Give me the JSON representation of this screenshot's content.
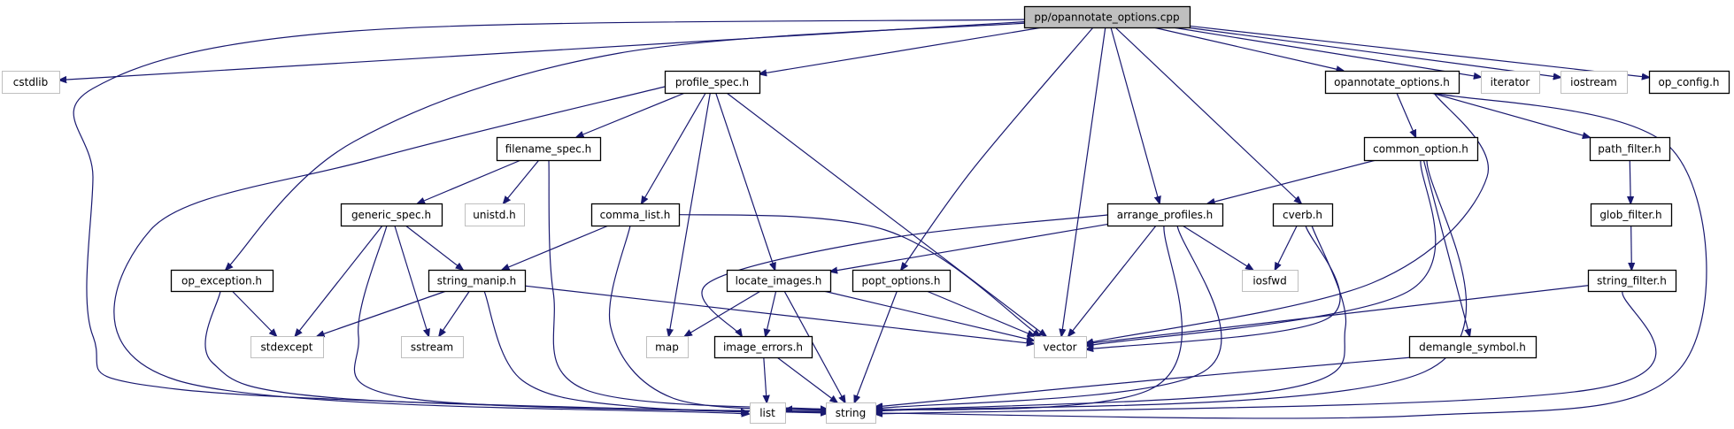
{
  "diagram": {
    "type": "include-dependency-graph",
    "root": "pp/opannotate_options.cpp",
    "colors": {
      "edge": "#191970",
      "root_fill": "#bfbfbf",
      "documented_border": "#000000",
      "external_border": "#bfbfbf",
      "node_fill": "#ffffff"
    },
    "nodes": [
      {
        "id": "root",
        "label": "pp/opannotate_options.cpp",
        "kind": "root"
      },
      {
        "id": "cstdlib",
        "label": "cstdlib",
        "kind": "external"
      },
      {
        "id": "profile_spec",
        "label": "profile_spec.h",
        "kind": "documented"
      },
      {
        "id": "opannotate_options_h",
        "label": "opannotate_options.h",
        "kind": "documented"
      },
      {
        "id": "iterator",
        "label": "iterator",
        "kind": "external"
      },
      {
        "id": "iostream",
        "label": "iostream",
        "kind": "external"
      },
      {
        "id": "op_config",
        "label": "op_config.h",
        "kind": "documented"
      },
      {
        "id": "filename_spec",
        "label": "filename_spec.h",
        "kind": "documented"
      },
      {
        "id": "common_option",
        "label": "common_option.h",
        "kind": "documented"
      },
      {
        "id": "path_filter",
        "label": "path_filter.h",
        "kind": "documented"
      },
      {
        "id": "generic_spec",
        "label": "generic_spec.h",
        "kind": "documented"
      },
      {
        "id": "unistd",
        "label": "unistd.h",
        "kind": "external"
      },
      {
        "id": "comma_list",
        "label": "comma_list.h",
        "kind": "documented"
      },
      {
        "id": "arrange_profiles",
        "label": "arrange_profiles.h",
        "kind": "documented"
      },
      {
        "id": "cverb",
        "label": "cverb.h",
        "kind": "documented"
      },
      {
        "id": "glob_filter",
        "label": "glob_filter.h",
        "kind": "documented"
      },
      {
        "id": "op_exception",
        "label": "op_exception.h",
        "kind": "documented"
      },
      {
        "id": "string_manip",
        "label": "string_manip.h",
        "kind": "documented"
      },
      {
        "id": "locate_images",
        "label": "locate_images.h",
        "kind": "documented"
      },
      {
        "id": "popt_options",
        "label": "popt_options.h",
        "kind": "documented"
      },
      {
        "id": "iosfwd",
        "label": "iosfwd",
        "kind": "external"
      },
      {
        "id": "string_filter",
        "label": "string_filter.h",
        "kind": "documented"
      },
      {
        "id": "stdexcept",
        "label": "stdexcept",
        "kind": "external"
      },
      {
        "id": "sstream",
        "label": "sstream",
        "kind": "external"
      },
      {
        "id": "map",
        "label": "map",
        "kind": "external"
      },
      {
        "id": "image_errors",
        "label": "image_errors.h",
        "kind": "documented"
      },
      {
        "id": "vector",
        "label": "vector",
        "kind": "external"
      },
      {
        "id": "demangle_symbol",
        "label": "demangle_symbol.h",
        "kind": "documented"
      },
      {
        "id": "list",
        "label": "list",
        "kind": "external"
      },
      {
        "id": "string",
        "label": "string",
        "kind": "external"
      }
    ],
    "edges": [
      [
        "root",
        "cstdlib"
      ],
      [
        "root",
        "profile_spec"
      ],
      [
        "root",
        "opannotate_options_h"
      ],
      [
        "root",
        "iterator"
      ],
      [
        "root",
        "iostream"
      ],
      [
        "root",
        "op_config"
      ],
      [
        "root",
        "list"
      ],
      [
        "root",
        "op_exception"
      ],
      [
        "root",
        "popt_options"
      ],
      [
        "root",
        "vector"
      ],
      [
        "root",
        "arrange_profiles"
      ],
      [
        "root",
        "cverb"
      ],
      [
        "profile_spec",
        "filename_spec"
      ],
      [
        "profile_spec",
        "comma_list"
      ],
      [
        "profile_spec",
        "map"
      ],
      [
        "profile_spec",
        "locate_images"
      ],
      [
        "profile_spec",
        "vector"
      ],
      [
        "profile_spec",
        "list"
      ],
      [
        "filename_spec",
        "generic_spec"
      ],
      [
        "filename_spec",
        "unistd"
      ],
      [
        "filename_spec",
        "string"
      ],
      [
        "generic_spec",
        "string_manip"
      ],
      [
        "generic_spec",
        "stdexcept"
      ],
      [
        "generic_spec",
        "sstream"
      ],
      [
        "generic_spec",
        "string"
      ],
      [
        "comma_list",
        "string_manip"
      ],
      [
        "comma_list",
        "vector"
      ],
      [
        "comma_list",
        "string"
      ],
      [
        "string_manip",
        "stdexcept"
      ],
      [
        "string_manip",
        "sstream"
      ],
      [
        "string_manip",
        "vector"
      ],
      [
        "string_manip",
        "string"
      ],
      [
        "op_exception",
        "stdexcept"
      ],
      [
        "op_exception",
        "string"
      ],
      [
        "opannotate_options_h",
        "common_option"
      ],
      [
        "opannotate_options_h",
        "path_filter"
      ],
      [
        "opannotate_options_h",
        "vector"
      ],
      [
        "opannotate_options_h",
        "string"
      ],
      [
        "common_option",
        "arrange_profiles"
      ],
      [
        "common_option",
        "vector"
      ],
      [
        "common_option",
        "demangle_symbol"
      ],
      [
        "common_option",
        "string"
      ],
      [
        "path_filter",
        "glob_filter"
      ],
      [
        "glob_filter",
        "string_filter"
      ],
      [
        "string_filter",
        "vector"
      ],
      [
        "string_filter",
        "string"
      ],
      [
        "arrange_profiles",
        "locate_images"
      ],
      [
        "arrange_profiles",
        "image_errors"
      ],
      [
        "arrange_profiles",
        "iosfwd"
      ],
      [
        "arrange_profiles",
        "vector"
      ],
      [
        "arrange_profiles",
        "list"
      ],
      [
        "arrange_profiles",
        "string"
      ],
      [
        "cverb",
        "iosfwd"
      ],
      [
        "cverb",
        "vector"
      ],
      [
        "cverb",
        "string"
      ],
      [
        "locate_images",
        "image_errors"
      ],
      [
        "locate_images",
        "map"
      ],
      [
        "locate_images",
        "vector"
      ],
      [
        "locate_images",
        "string"
      ],
      [
        "popt_options",
        "vector"
      ],
      [
        "popt_options",
        "string"
      ],
      [
        "image_errors",
        "list"
      ],
      [
        "image_errors",
        "string"
      ],
      [
        "demangle_symbol",
        "string"
      ]
    ]
  }
}
